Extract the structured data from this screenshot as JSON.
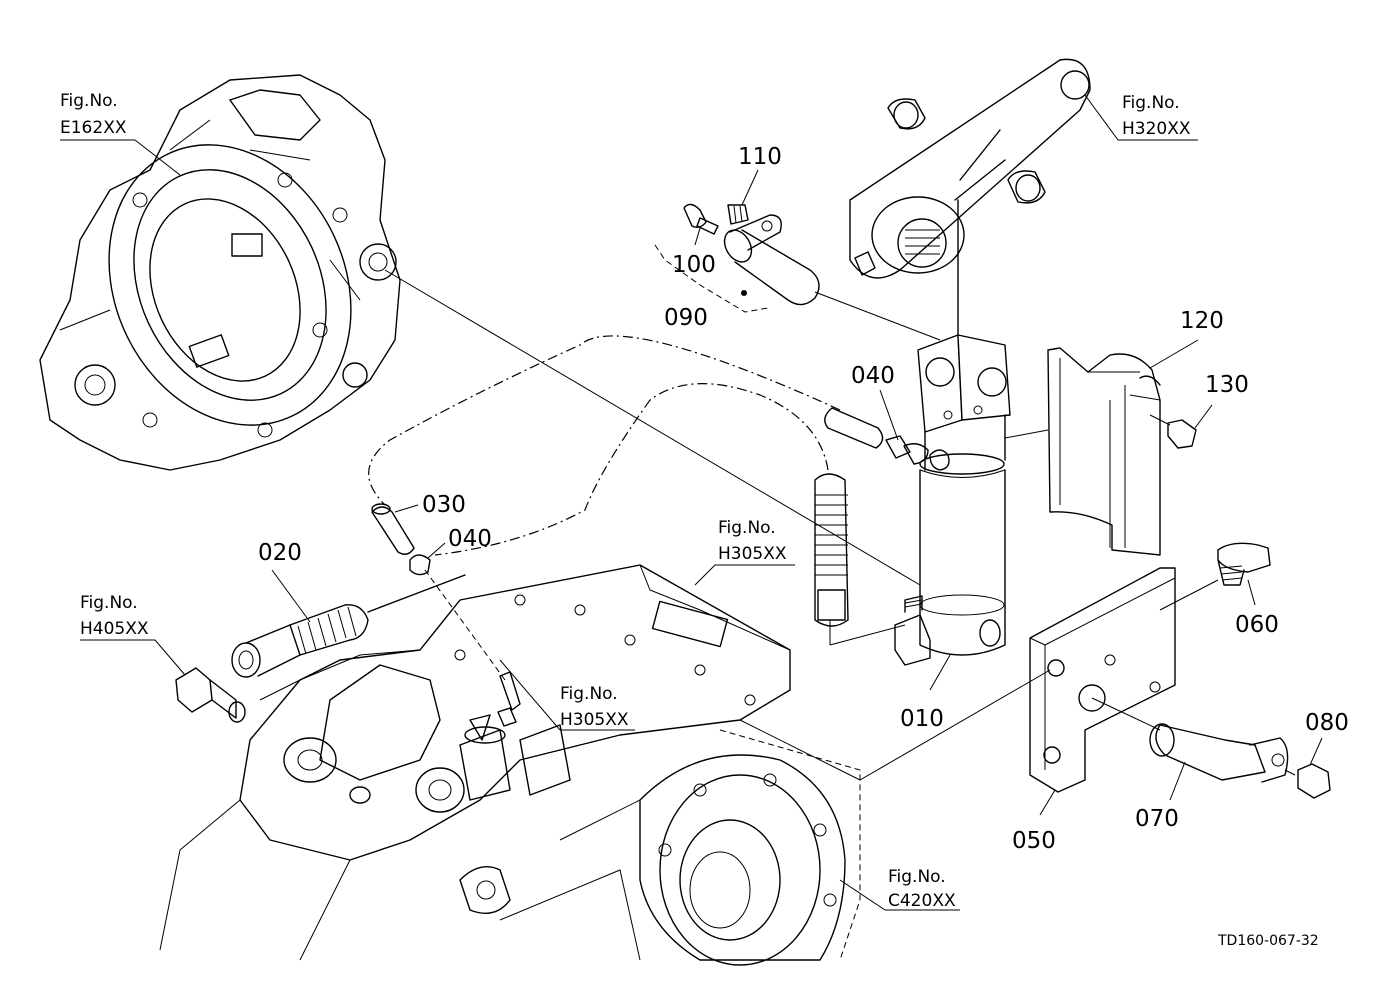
{
  "part_labels": {
    "p010": "010",
    "p020": "020",
    "p030": "030",
    "p040a": "040",
    "p040b": "040",
    "p050": "050",
    "p060": "060",
    "p070": "070",
    "p080": "080",
    "p090": "090",
    "p100": "100",
    "p110": "110",
    "p120": "120",
    "p130": "130"
  },
  "fig_refs": {
    "fig_no_label": "Fig.No.",
    "e162": "E162XX",
    "h320": "H320XX",
    "h305a": "H305XX",
    "h305b": "H305XX",
    "h405": "H405XX",
    "c420": "C420XX"
  },
  "drawing_code": "TD160-067-32"
}
